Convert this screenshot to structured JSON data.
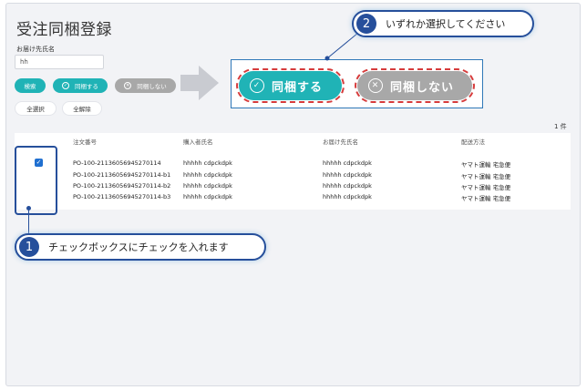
{
  "page": {
    "title": "受注同梱登録"
  },
  "filter": {
    "label": "お届け先氏名",
    "value": "hh"
  },
  "toolbar": {
    "search_label": "検索",
    "bundle_label": "同梱する",
    "nobundle_label": "同梱しない",
    "select_all_label": "全選択",
    "deselect_all_label": "全解除"
  },
  "zoom": {
    "bundle_label": "同梱する",
    "nobundle_label": "同梱しない"
  },
  "icons": {
    "check": "✓",
    "cross": "✕"
  },
  "results": {
    "count": "1 件"
  },
  "table": {
    "headers": [
      "注文番号",
      "購入者氏名",
      "お届け先氏名",
      "配送方法"
    ],
    "rows": [
      [
        "PO-100-21136056945270114",
        "hhhhh cdpckdpk",
        "hhhhh cdpckdpk",
        "ヤマト運輸 宅急便"
      ],
      [
        "PO-100-21136056945270114-b1",
        "hhhhh cdpckdpk",
        "hhhhh cdpckdpk",
        "ヤマト運輸 宅急便"
      ],
      [
        "PO-100-21136056945270114-b2",
        "hhhhh cdpckdpk",
        "hhhhh cdpckdpk",
        "ヤマト運輸 宅急便"
      ],
      [
        "PO-100-21136056945270114-b3",
        "hhhhh cdpckdpk",
        "hhhhh cdpckdpk",
        "ヤマト運輸 宅急便"
      ]
    ]
  },
  "callouts": {
    "one": {
      "num": "1",
      "text": "チェックボックスにチェックを入れます"
    },
    "two": {
      "num": "2",
      "text": "いずれか選択してください"
    }
  },
  "colors": {
    "teal": "#20b3b6",
    "gray": "#a8a8a8",
    "navy": "#264f9b",
    "dash": "#d63b3b",
    "checkbox": "#1f6fd0"
  }
}
